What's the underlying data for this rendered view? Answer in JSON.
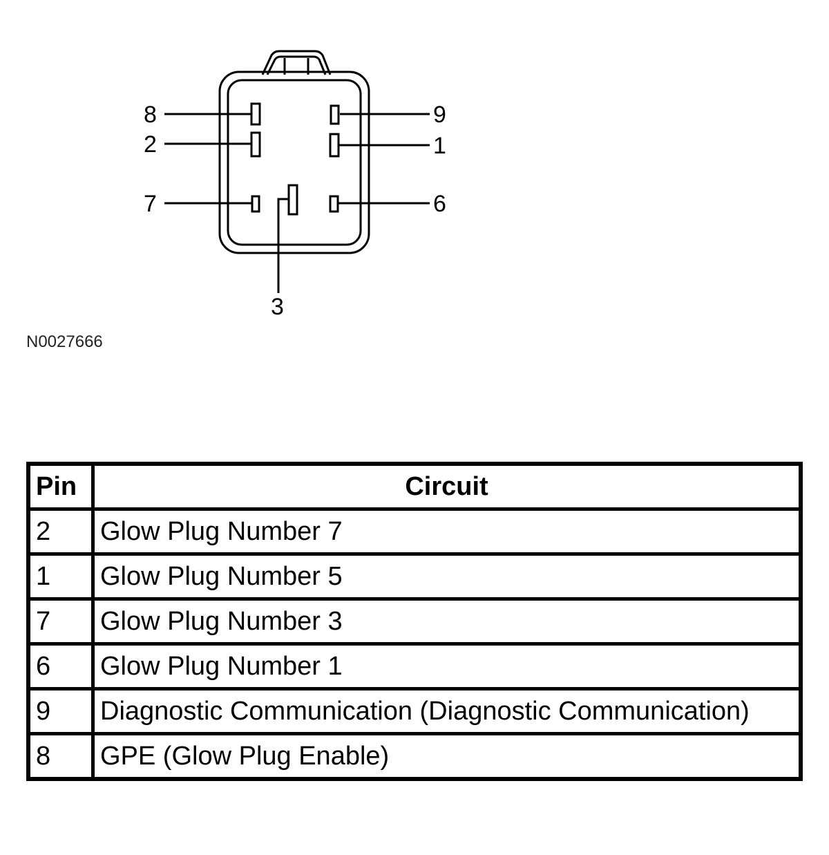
{
  "diagram": {
    "figure_id": "N0027666",
    "pins": [
      {
        "label": "8",
        "side": "left"
      },
      {
        "label": "2",
        "side": "left"
      },
      {
        "label": "7",
        "side": "left"
      },
      {
        "label": "9",
        "side": "right"
      },
      {
        "label": "1",
        "side": "right"
      },
      {
        "label": "6",
        "side": "right"
      },
      {
        "label": "3",
        "side": "bottom"
      }
    ]
  },
  "table": {
    "headers": {
      "pin": "Pin",
      "circuit": "Circuit"
    },
    "rows": [
      {
        "pin": "2",
        "circuit": "Glow Plug Number 7"
      },
      {
        "pin": "1",
        "circuit": "Glow Plug Number 5"
      },
      {
        "pin": "7",
        "circuit": "Glow Plug Number 3"
      },
      {
        "pin": "6",
        "circuit": "Glow Plug Number 1"
      },
      {
        "pin": "9",
        "circuit": "Diagnostic Communication (Diagnostic Communication)"
      },
      {
        "pin": "8",
        "circuit": "GPE (Glow Plug Enable)"
      }
    ]
  }
}
